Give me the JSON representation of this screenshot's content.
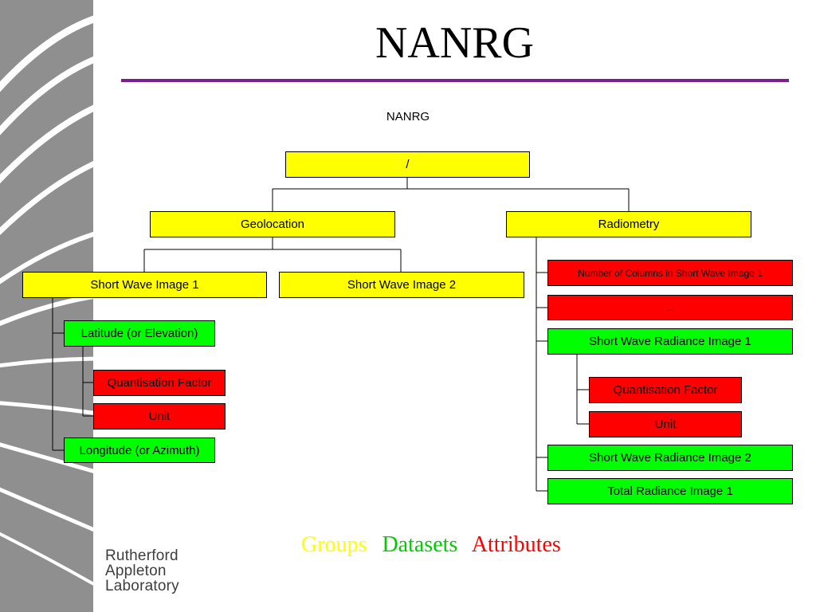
{
  "title": "NANRG",
  "subtitle": "NANRG",
  "colors": {
    "group": "#ffff00",
    "dataset": "#00ff00",
    "attribute": "#ff0000",
    "title_rule": "#7a1f8c",
    "sidebar": "#8f8f8f"
  },
  "tree": {
    "root": "/",
    "geolocation": "Geolocation",
    "radiometry": "Radiometry",
    "sw_image_1": "Short Wave Image 1",
    "sw_image_2": "Short Wave Image 2",
    "latitude": "Latitude (or Elevation)",
    "lat_quant": "Quantisation Factor",
    "lat_unit": "Unit",
    "longitude": "Longitude (or Azimuth)",
    "num_columns": "Number of Columns in Short Wave Image 1",
    "ellipsis": "...",
    "sw_radiance_1": "Short Wave Radiance Image 1",
    "rad_quant": "Quantisation Factor",
    "rad_unit": "Unit",
    "sw_radiance_2": "Short Wave Radiance Image 2",
    "total_radiance_1": "Total Radiance Image 1"
  },
  "legend": {
    "groups": "Groups",
    "datasets": "Datasets",
    "attributes": "Attributes"
  },
  "logo": {
    "line1": "Rutherford",
    "line2": "Appleton",
    "line3": "Laboratory"
  }
}
